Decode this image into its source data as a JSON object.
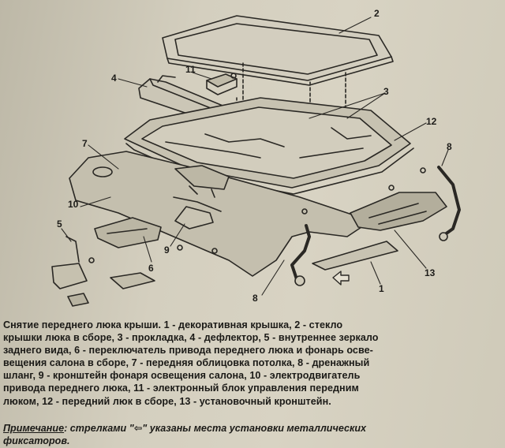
{
  "figure": {
    "callouts": {
      "c1": "1",
      "c2": "2",
      "c3": "3",
      "c4": "4",
      "c5": "5",
      "c6": "6",
      "c7": "7",
      "c8a": "8",
      "c8b": "8",
      "c9": "9",
      "c10": "10",
      "c11": "11",
      "c12": "12",
      "c13": "13"
    }
  },
  "caption": {
    "lines": [
      "Снятие переднего люка крыши. 1 - декоративная крышка, 2 - стекло",
      "крышки люка в сборе, 3 - прокладка, 4 - дефлектор, 5 - внутреннее зеркало",
      "заднего вида, 6 - переключатель привода переднего люка и фонарь осве-",
      "вещения салона в сборе, 7 - передняя облицовка потолка, 8 - дренажный",
      "шланг, 9 - кронштейн фонаря освещения салона, 10 - электродвигатель",
      "привода переднего люка, 11 - электронный блок управления передним",
      "люком, 12 - передний люк в сборе, 13 - установочный кронштейн."
    ]
  },
  "note": {
    "label": "Примечание",
    "line1_rest": ": стрелками \"⇦\" указаны места установки металлических",
    "line2": "фиксаторов."
  }
}
